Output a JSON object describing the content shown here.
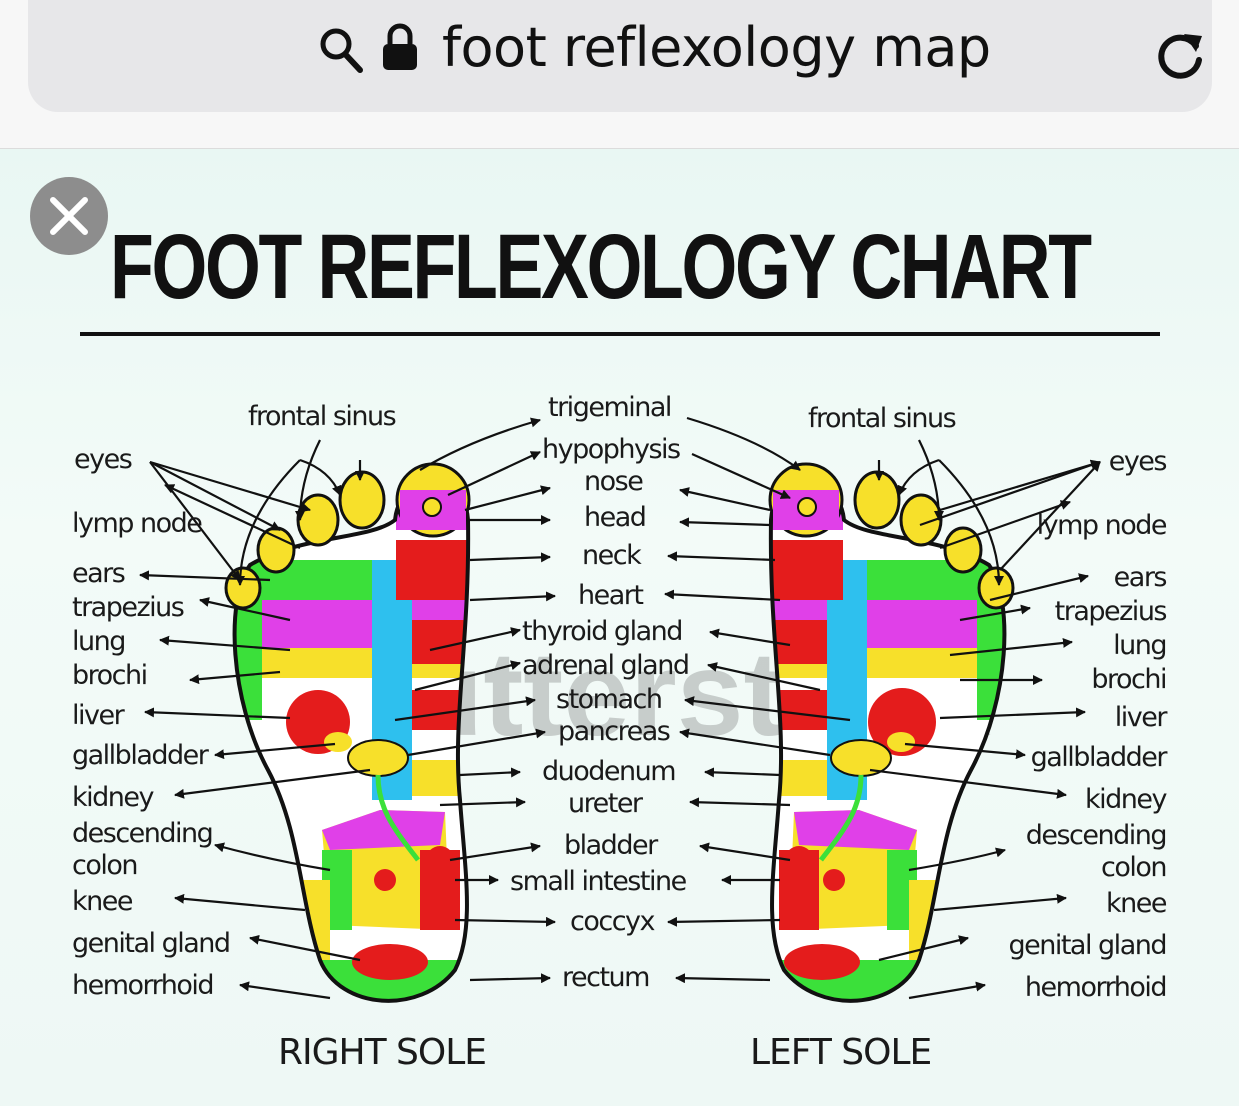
{
  "browser": {
    "url_text": "foot reflexology map",
    "icons": [
      "search-icon",
      "lock-icon",
      "reload-icon"
    ]
  },
  "viewer": {
    "close_icon": "close-icon"
  },
  "chart": {
    "title": "FOOT REFLEXOLOGY CHART",
    "watermark": "shutterstock",
    "right_sole_label": "RIGHT SOLE",
    "left_sole_label": "LEFT SOLE",
    "center_labels": [
      "trigeminal",
      "hypophysis",
      "nose",
      "head",
      "neck",
      "heart",
      "thyroid gland",
      "adrenal gland",
      "stomach",
      "pancreas",
      "duodenum",
      "ureter",
      "bladder",
      "small intestine",
      "coccyx",
      "rectum"
    ],
    "top_labels": [
      "frontal sinus",
      "frontal sinus"
    ],
    "side_labels": [
      "eyes",
      "lymp node",
      "ears",
      "trapezius",
      "lung",
      "brochi",
      "liver",
      "gallbladder",
      "kidney",
      "descending",
      "colon",
      "knee",
      "genital gland",
      "hemorrhoid"
    ],
    "colors": {
      "yellow": "#f7e02a",
      "green": "#3be03a",
      "magenta": "#e040e8",
      "red": "#e41c1c",
      "cyan": "#2ec0ee",
      "white": "#ffffff",
      "outline": "#111111"
    }
  }
}
